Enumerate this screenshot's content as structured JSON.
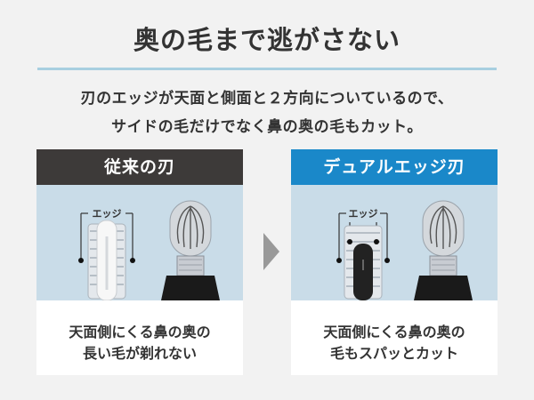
{
  "header": {
    "title": "奥の毛まで逃がさない"
  },
  "description": {
    "line1": "刃のエッジが天面と側面と２方向についているので、",
    "line2": "サイドの毛だけでなく鼻の奥の毛もカット。"
  },
  "panels": [
    {
      "heading": "従来の刃",
      "edge_label": "エッジ",
      "caption_line1": "天面側にくる鼻の奥の",
      "caption_line2": "長い毛が剃れない"
    },
    {
      "heading": "デュアルエッジ刃",
      "edge_label": "エッジ",
      "caption_line1": "天面側にくる鼻の奥の",
      "caption_line2": "毛もスパッとカット"
    }
  ],
  "colors": {
    "conventional_header": "#3d3a39",
    "dual_edge_header": "#1a88c9",
    "image_bg": "#c9dce8",
    "rule": "#a8cfe0"
  },
  "icons": {
    "arrow": "chevron-right-triangle"
  }
}
